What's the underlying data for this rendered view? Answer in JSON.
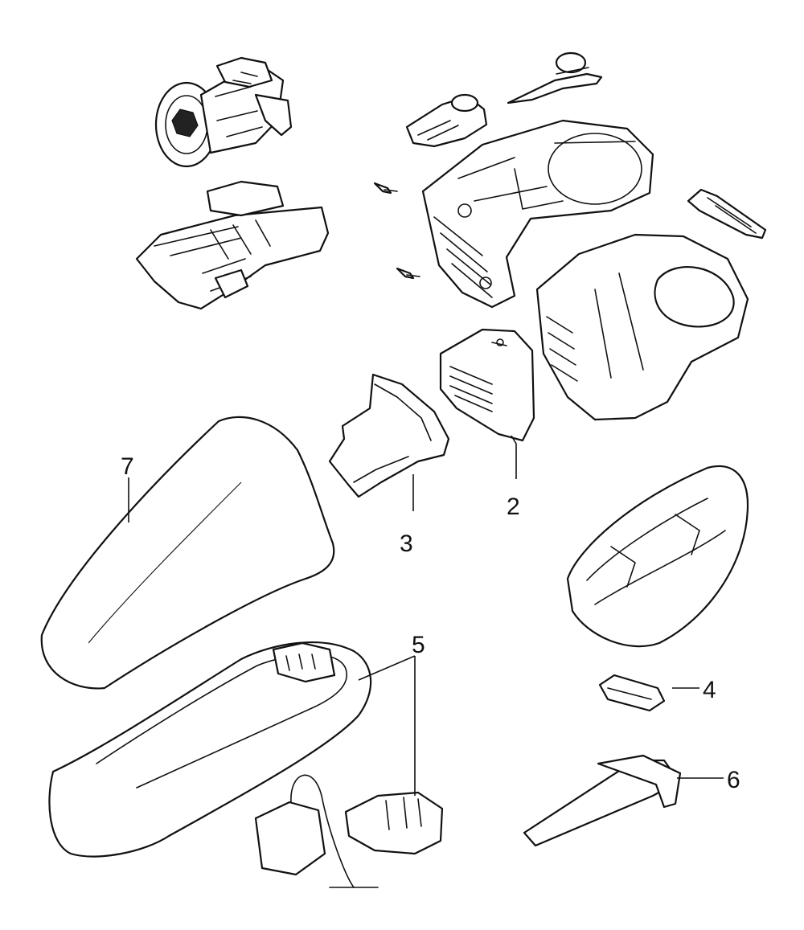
{
  "callouts": {
    "c2": "2",
    "c3": "3",
    "c4": "4",
    "c5": "5",
    "c6": "6",
    "c7": "7"
  }
}
